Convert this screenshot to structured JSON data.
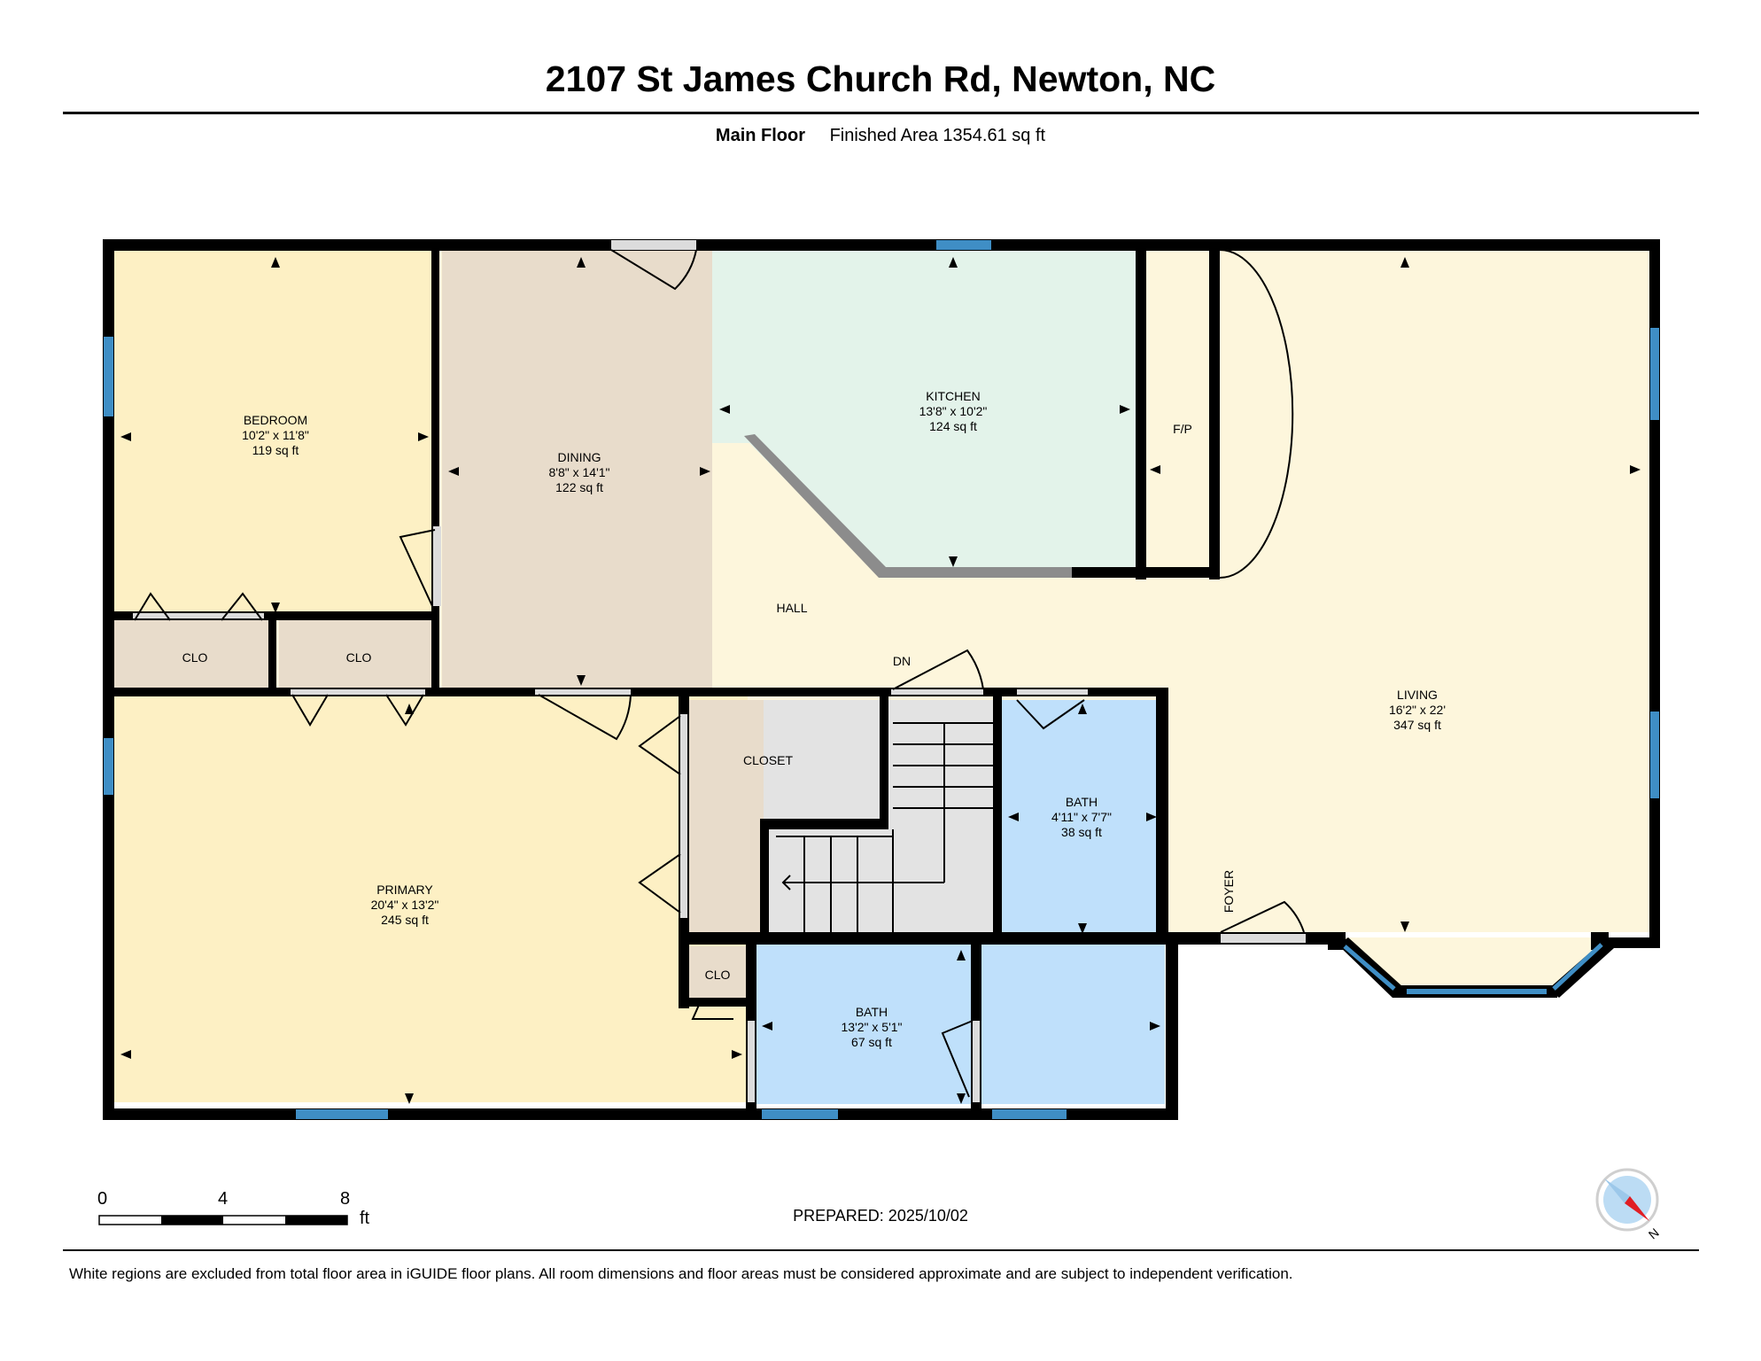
{
  "header": {
    "address": "2107 St James Church Rd, Newton, NC",
    "floor_name": "Main Floor",
    "finished_area": "Finished Area 1354.61 sq ft"
  },
  "rooms": {
    "bedroom": {
      "name": "BEDROOM",
      "dims": "10'2\" x 11'8\"",
      "area": "119 sq ft"
    },
    "dining": {
      "name": "DINING",
      "dims": "8'8\" x 14'1\"",
      "area": "122 sq ft"
    },
    "kitchen": {
      "name": "KITCHEN",
      "dims": "13'8\" x 10'2\"",
      "area": "124 sq ft"
    },
    "living": {
      "name": "LIVING",
      "dims": "16'2\" x 22'",
      "area": "347 sq ft"
    },
    "primary": {
      "name": "PRIMARY",
      "dims": "20'4\" x 13'2\"",
      "area": "245 sq ft"
    },
    "bath_upper": {
      "name": "BATH",
      "dims": "4'11\" x 7'7\"",
      "area": "38 sq ft"
    },
    "bath_lower": {
      "name": "BATH",
      "dims": "13'2\" x 5'1\"",
      "area": "67 sq ft"
    }
  },
  "labels": {
    "fp": "F/P",
    "hall": "HALL",
    "dn": "DN",
    "clo1": "CLO",
    "clo2": "CLO",
    "clo3": "CLO",
    "closet": "CLOSET",
    "foyer": "FOYER"
  },
  "scale": {
    "t0": "0",
    "t4": "4",
    "t8": "8",
    "unit": "ft"
  },
  "compass": {
    "letter": "N"
  },
  "prepared": "PREPARED: 2025/10/02",
  "footer": "White regions are excluded from total floor area in iGUIDE floor plans. All room dimensions and floor areas must be considered approximate and are subject to independent verification.",
  "colors": {
    "bedroom": "#fdf0c4",
    "dining": "#e8dccb",
    "kitchen": "#e3f3ea",
    "hall": "#fdf6dc",
    "bath": "#bfe0fb",
    "closet": "#e8dccb",
    "stairs": "#e3e3e3",
    "wall": "#000000",
    "window": "#3f8ec5"
  }
}
